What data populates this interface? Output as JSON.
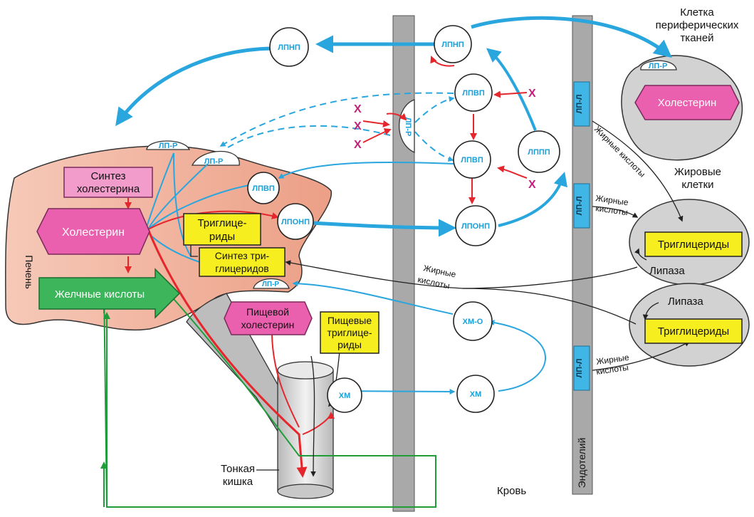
{
  "labels": {
    "peripheral_cell_title": [
      "Клетка",
      "периферических",
      "тканей"
    ],
    "fat_cells_title": [
      "Жировые",
      "клетки"
    ],
    "liver": "Печень",
    "small_intestine": [
      "Тонкая",
      "кишка"
    ],
    "blood": "Кровь",
    "endothelium": "Эндотелий",
    "fatty_acids_a": "Жирные кислоты",
    "fatty_acids_b": [
      "Жирные",
      "кислоты"
    ],
    "fatty_acids_c": [
      "Жирные",
      "кислоты"
    ],
    "fatty_acids_d": [
      "Жирные",
      "кислоты"
    ],
    "lipase_1": "Липаза",
    "lipase_2": "Липаза",
    "x_mark": "X"
  },
  "boxes": {
    "chol_synthesis": [
      "Синтез",
      "холестерина"
    ],
    "cholesterol_liver": "Холестерин",
    "tg_liver": [
      "Триглице-",
      "риды"
    ],
    "tg_synthesis": [
      "Синтез три-",
      "глицеридов"
    ],
    "bile_acids": "Желчные кислоты",
    "dietary_chol": [
      "Пищевой",
      "холестерин"
    ],
    "dietary_tg": [
      "Пищевые",
      "триглице-",
      "риды"
    ],
    "cholesterol_periph": "Холестерин",
    "tg_fat_1": "Триглицериды",
    "tg_fat_2": "Триглицериды"
  },
  "particles": {
    "ldl_left": "ЛПНП",
    "ldl_right": "ЛПНП",
    "hdl_top": "ЛПВП",
    "hdl_mid": "ЛПВП",
    "hdl_liver": "ЛПВП",
    "idl": "ЛППП",
    "vldl_liver": "ЛПОНП",
    "vldl_blood": "ЛПОНП",
    "cm_remnant": "ХМ-О",
    "cm_intestine": "ХМ",
    "cm_blood": "ХМ"
  },
  "receptors": {
    "lp_r_1": "ЛП-Р",
    "lp_r_2": "ЛП-Р",
    "lp_r_3": "ЛП-Р",
    "lp_r_periph": "ЛП-Р",
    "lp_r_wall": "ЛП-Р",
    "lp_l_1": "ЛП-Л",
    "lp_l_2": "ЛП-Л",
    "lp_l_3": "ЛП-Л"
  },
  "colors": {
    "blue_arrow": "#2aa6de",
    "red_arrow": "#e5262c",
    "green_arrow": "#1e9d3a",
    "liver_fill": "#f3b9a4",
    "yellow_box": "#f7ee1f",
    "pink_box": "#ea5fae",
    "green_box": "#3cb55b",
    "cell_fill": "#d2d2d2"
  }
}
